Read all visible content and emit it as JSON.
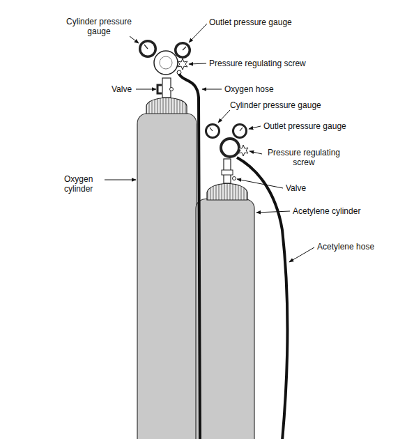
{
  "diagram": {
    "labels": [
      "Cylinder pressure gauge",
      "Outlet pressure gauge",
      "Pressure regulating screw",
      "Valve",
      "Oxygen hose",
      "Oxygen cylinder",
      "Cylinder pressure gauge",
      "Outlet pressure gauge",
      "Pressure regulating screw",
      "Valve",
      "Acetylene cylinder",
      "Acetylene hose"
    ]
  }
}
